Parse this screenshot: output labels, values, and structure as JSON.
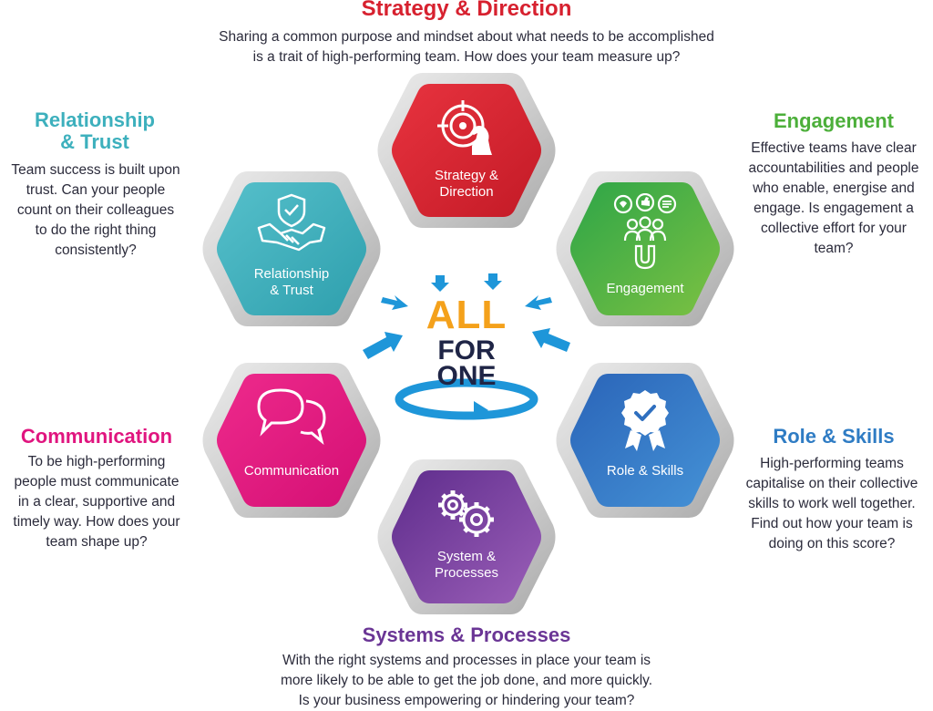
{
  "sections": {
    "strategy": {
      "title": "Strategy & Direction",
      "description_line1": "Sharing a common purpose and mindset about what needs to be accomplished",
      "description_line2": "is a trait of high-performing team. How does your team measure up?",
      "hex_label_line1": "Strategy &",
      "hex_label_line2": "Direction",
      "color": "#d7212f",
      "icon": "target-chess-knight-icon"
    },
    "relationship": {
      "title_line1": "Relationship",
      "title_line2": "& Trust",
      "description": [
        "Team success is built upon",
        "trust. Can your people",
        "count on their colleagues",
        "to do the right thing",
        "consistently?"
      ],
      "hex_label_line1": "Relationship",
      "hex_label_line2": "& Trust",
      "color": "#3db0bd",
      "icon": "handshake-shield-icon"
    },
    "engagement": {
      "title": "Engagement",
      "description": [
        "Effective teams have clear",
        "accountabilities and people",
        "who enable, energise and",
        "engage. Is engagement a",
        "collective effort for your",
        "team?"
      ],
      "hex_label": "Engagement",
      "color": "#4caf3a",
      "icon": "team-magnet-icon"
    },
    "communication": {
      "title": "Communication",
      "description": [
        "To be high-performing",
        "people must communicate",
        "in a clear, supportive and",
        "timely way. How does your",
        "team shape up?"
      ],
      "hex_label": "Communication",
      "color": "#e0157f",
      "icon": "speech-bubbles-icon"
    },
    "role": {
      "title": "Role & Skills",
      "description": [
        "High-performing teams",
        "capitalise on their collective",
        "skills to work well together.",
        "Find out how your team is",
        "doing on this score?"
      ],
      "hex_label": "Role & Skills",
      "color": "#2f6fbf",
      "icon": "award-badge-icon"
    },
    "systems": {
      "title": "Systems & Processes",
      "description": [
        "With the right systems and processes in place your team is",
        "more likely to be able to get the job done, and more quickly.",
        "Is your business empowering or hindering your team?"
      ],
      "hex_label_line1": "System &",
      "hex_label_line2": "Processes",
      "color": "#7a3aa0",
      "icon": "gears-icon"
    }
  },
  "center": {
    "line1": "ALL",
    "line2": "FOR",
    "line3": "ONE",
    "accent_color": "#f4a11b",
    "text_color": "#1f2546",
    "arrow_color": "#1e96d9"
  }
}
